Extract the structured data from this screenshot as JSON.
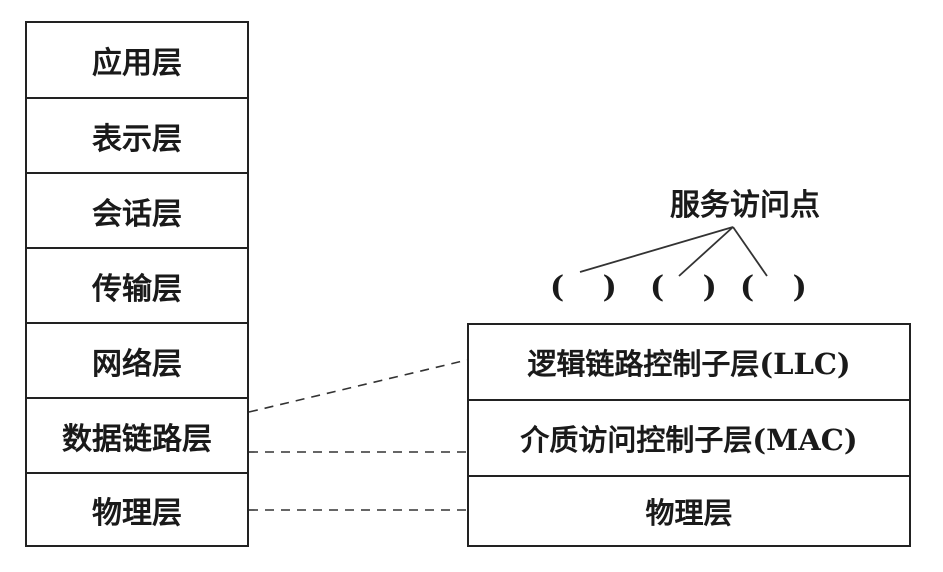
{
  "osi_model": {
    "layers": [
      "应用层",
      "表示层",
      "会话层",
      "传输层",
      "网络层",
      "数据链路层",
      "物理层"
    ]
  },
  "lan_model": {
    "layers": [
      "逻辑链路控制子层(LLC)",
      "介质访问控制子层(MAC)",
      "物理层"
    ]
  },
  "service_access_points": {
    "label": "服务访问点",
    "markers": [
      "( )",
      "( )",
      "( )"
    ]
  }
}
